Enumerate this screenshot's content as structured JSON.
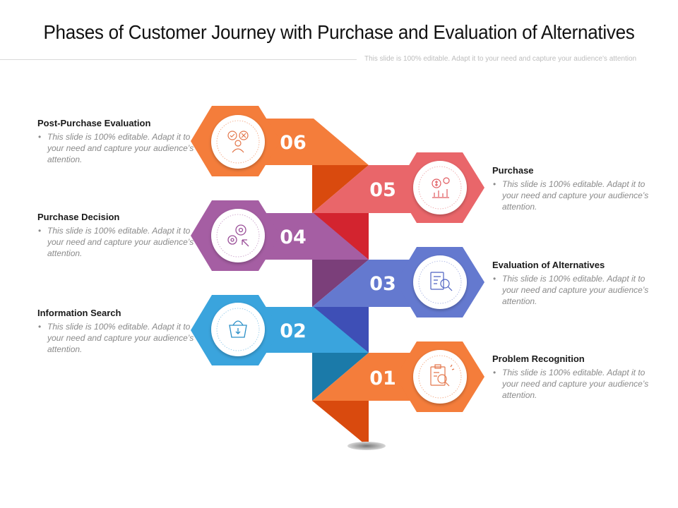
{
  "title": "Phases of Customer Journey with Purchase and Evaluation of Alternatives",
  "subtitle": "This slide is 100% editable. Adapt it to your need and capture your audience’s attention",
  "colors": {
    "orange": "#f47d3b",
    "orange_dark": "#d94a0e",
    "salmon": "#e9666a",
    "red_dark": "#d3242f",
    "purple": "#a55ea3",
    "purple_dark": "#7b3f7a",
    "indigo": "#6479cf",
    "indigo_dark": "#3e4fb6",
    "blue": "#3aa4dd",
    "blue_dark": "#1b7aa9"
  },
  "phases": [
    {
      "number": "06",
      "heading": "Post-Purchase Evaluation",
      "text": "This slide is 100% editable. Adapt it to your need and capture your audience’s attention.",
      "icon": "evaluation-person-icon"
    },
    {
      "number": "05",
      "heading": "Purchase",
      "text": "This slide is 100% editable. Adapt it to your need and capture your audience’s attention.",
      "icon": "money-chart-icon"
    },
    {
      "number": "04",
      "heading": "Purchase Decision",
      "text": "This slide is 100% editable. Adapt it to your need and capture your audience’s attention.",
      "icon": "gears-cursor-icon"
    },
    {
      "number": "03",
      "heading": "Evaluation of Alternatives",
      "text": "This slide is 100% editable. Adapt it to your need and capture your audience’s attention.",
      "icon": "document-search-icon"
    },
    {
      "number": "02",
      "heading": "Information Search",
      "text": "This slide is 100% editable. Adapt it to your need and capture your audience’s attention.",
      "icon": "shopping-basket-icon"
    },
    {
      "number": "01",
      "heading": "Problem Recognition",
      "text": "This slide is 100% editable. Adapt it to your need and capture your audience’s attention.",
      "icon": "clipboard-search-icon"
    }
  ]
}
